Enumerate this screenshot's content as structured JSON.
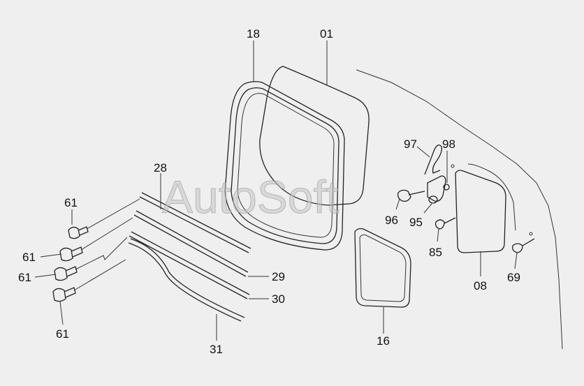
{
  "watermark": "AutoSoft",
  "labels": {
    "p18": "18",
    "p01": "01",
    "p97": "97",
    "p98": "98",
    "p28": "28",
    "p61a": "61",
    "p61b": "61",
    "p61c": "61",
    "p61d": "61",
    "p96": "96",
    "p95": "95",
    "p85": "85",
    "p08": "08",
    "p69": "69",
    "p29": "29",
    "p30": "30",
    "p16": "16",
    "p31": "31"
  }
}
